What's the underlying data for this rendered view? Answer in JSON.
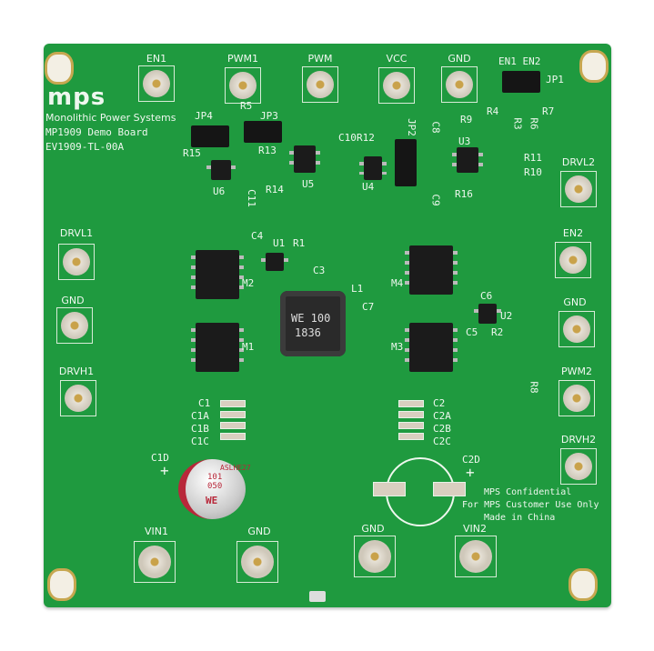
{
  "board": {
    "logo": "mps",
    "company": "Monolithic Power Systems",
    "board_name": "MP1909 Demo Board",
    "board_id": "EV1909-TL-00A",
    "notice": [
      "MPS Confidential",
      "For MPS Customer Use Only",
      "Made in China"
    ],
    "colors": {
      "pcb": "#1f9a3f",
      "silkscreen": "#f2f8f2"
    }
  },
  "terminals": [
    "EN1",
    "PWM1",
    "PWM",
    "VCC",
    "GND",
    "DRVL2",
    "EN2",
    "GND",
    "PWM2",
    "DRVH2",
    "DRVL1",
    "GND",
    "DRVH1",
    "VIN1",
    "GND",
    "GND",
    "VIN2"
  ],
  "components": [
    "JP4",
    "JP3",
    "R5",
    "R15",
    "R13",
    "U6",
    "C11",
    "R14",
    "U5",
    "C10",
    "R12",
    "U4",
    "JP2",
    "C8",
    "R9",
    "U3",
    "R11",
    "R10",
    "R16",
    "C9",
    "EN1 EN2",
    "JP1",
    "R4",
    "R3",
    "R6",
    "R7",
    "C4",
    "U1",
    "R1",
    "C3",
    "M2",
    "M1",
    "M4",
    "M3",
    "L1",
    "C7",
    "C6",
    "U2",
    "C5",
    "R2",
    "R8",
    "C1",
    "C1A",
    "C1B",
    "C1C",
    "C1D",
    "C2",
    "C2A",
    "C2B",
    "C2C",
    "C2D",
    "+",
    "+"
  ],
  "inductor_marking": [
    "WE 100",
    "1836"
  ],
  "capacitor_marking": [
    "WE",
    "101",
    "050",
    "ASLHE27"
  ]
}
